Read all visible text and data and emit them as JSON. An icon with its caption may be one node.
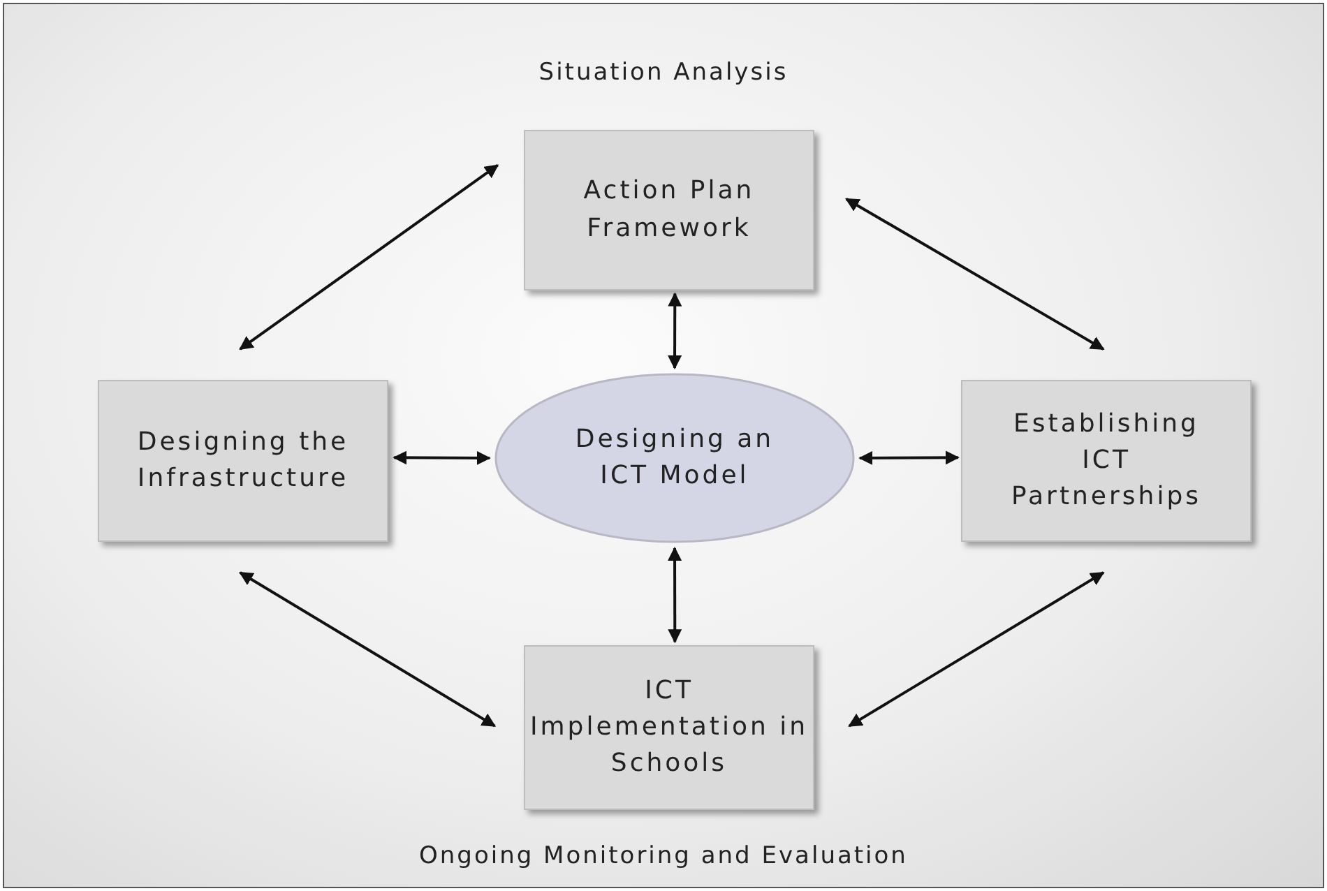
{
  "diagram": {
    "nodes": [
      {
        "text": [
          "Action Plan Framework"
        ]
      },
      {
        "text": [
          "Designing the Infrastructure"
        ]
      },
      {
        "text": [
          "Designing an ICT Model"
        ]
      },
      {
        "text": [
          "Establishing ICT Partnerships"
        ]
      },
      {
        "text": [
          "ICT Implementation in Schools"
        ]
      }
    ],
    "edges": [
      {
        "from": 0,
        "to": 1,
        "arrow": "both"
      },
      {
        "from": 0,
        "to": 3,
        "arrow": "both"
      },
      {
        "from": 0,
        "to": 2,
        "arrow": "both"
      },
      {
        "from": 1,
        "to": 2,
        "arrow": "both"
      },
      {
        "from": 2,
        "to": 3,
        "arrow": "both"
      },
      {
        "from": 2,
        "to": 4,
        "arrow": "both"
      },
      {
        "from": 1,
        "to": 4,
        "arrow": "both"
      },
      {
        "from": 3,
        "to": 4,
        "arrow": "both"
      }
    ],
    "labels": [
      "Situation Analysis",
      "Ongoing Monitoring and Evaluation"
    ]
  }
}
